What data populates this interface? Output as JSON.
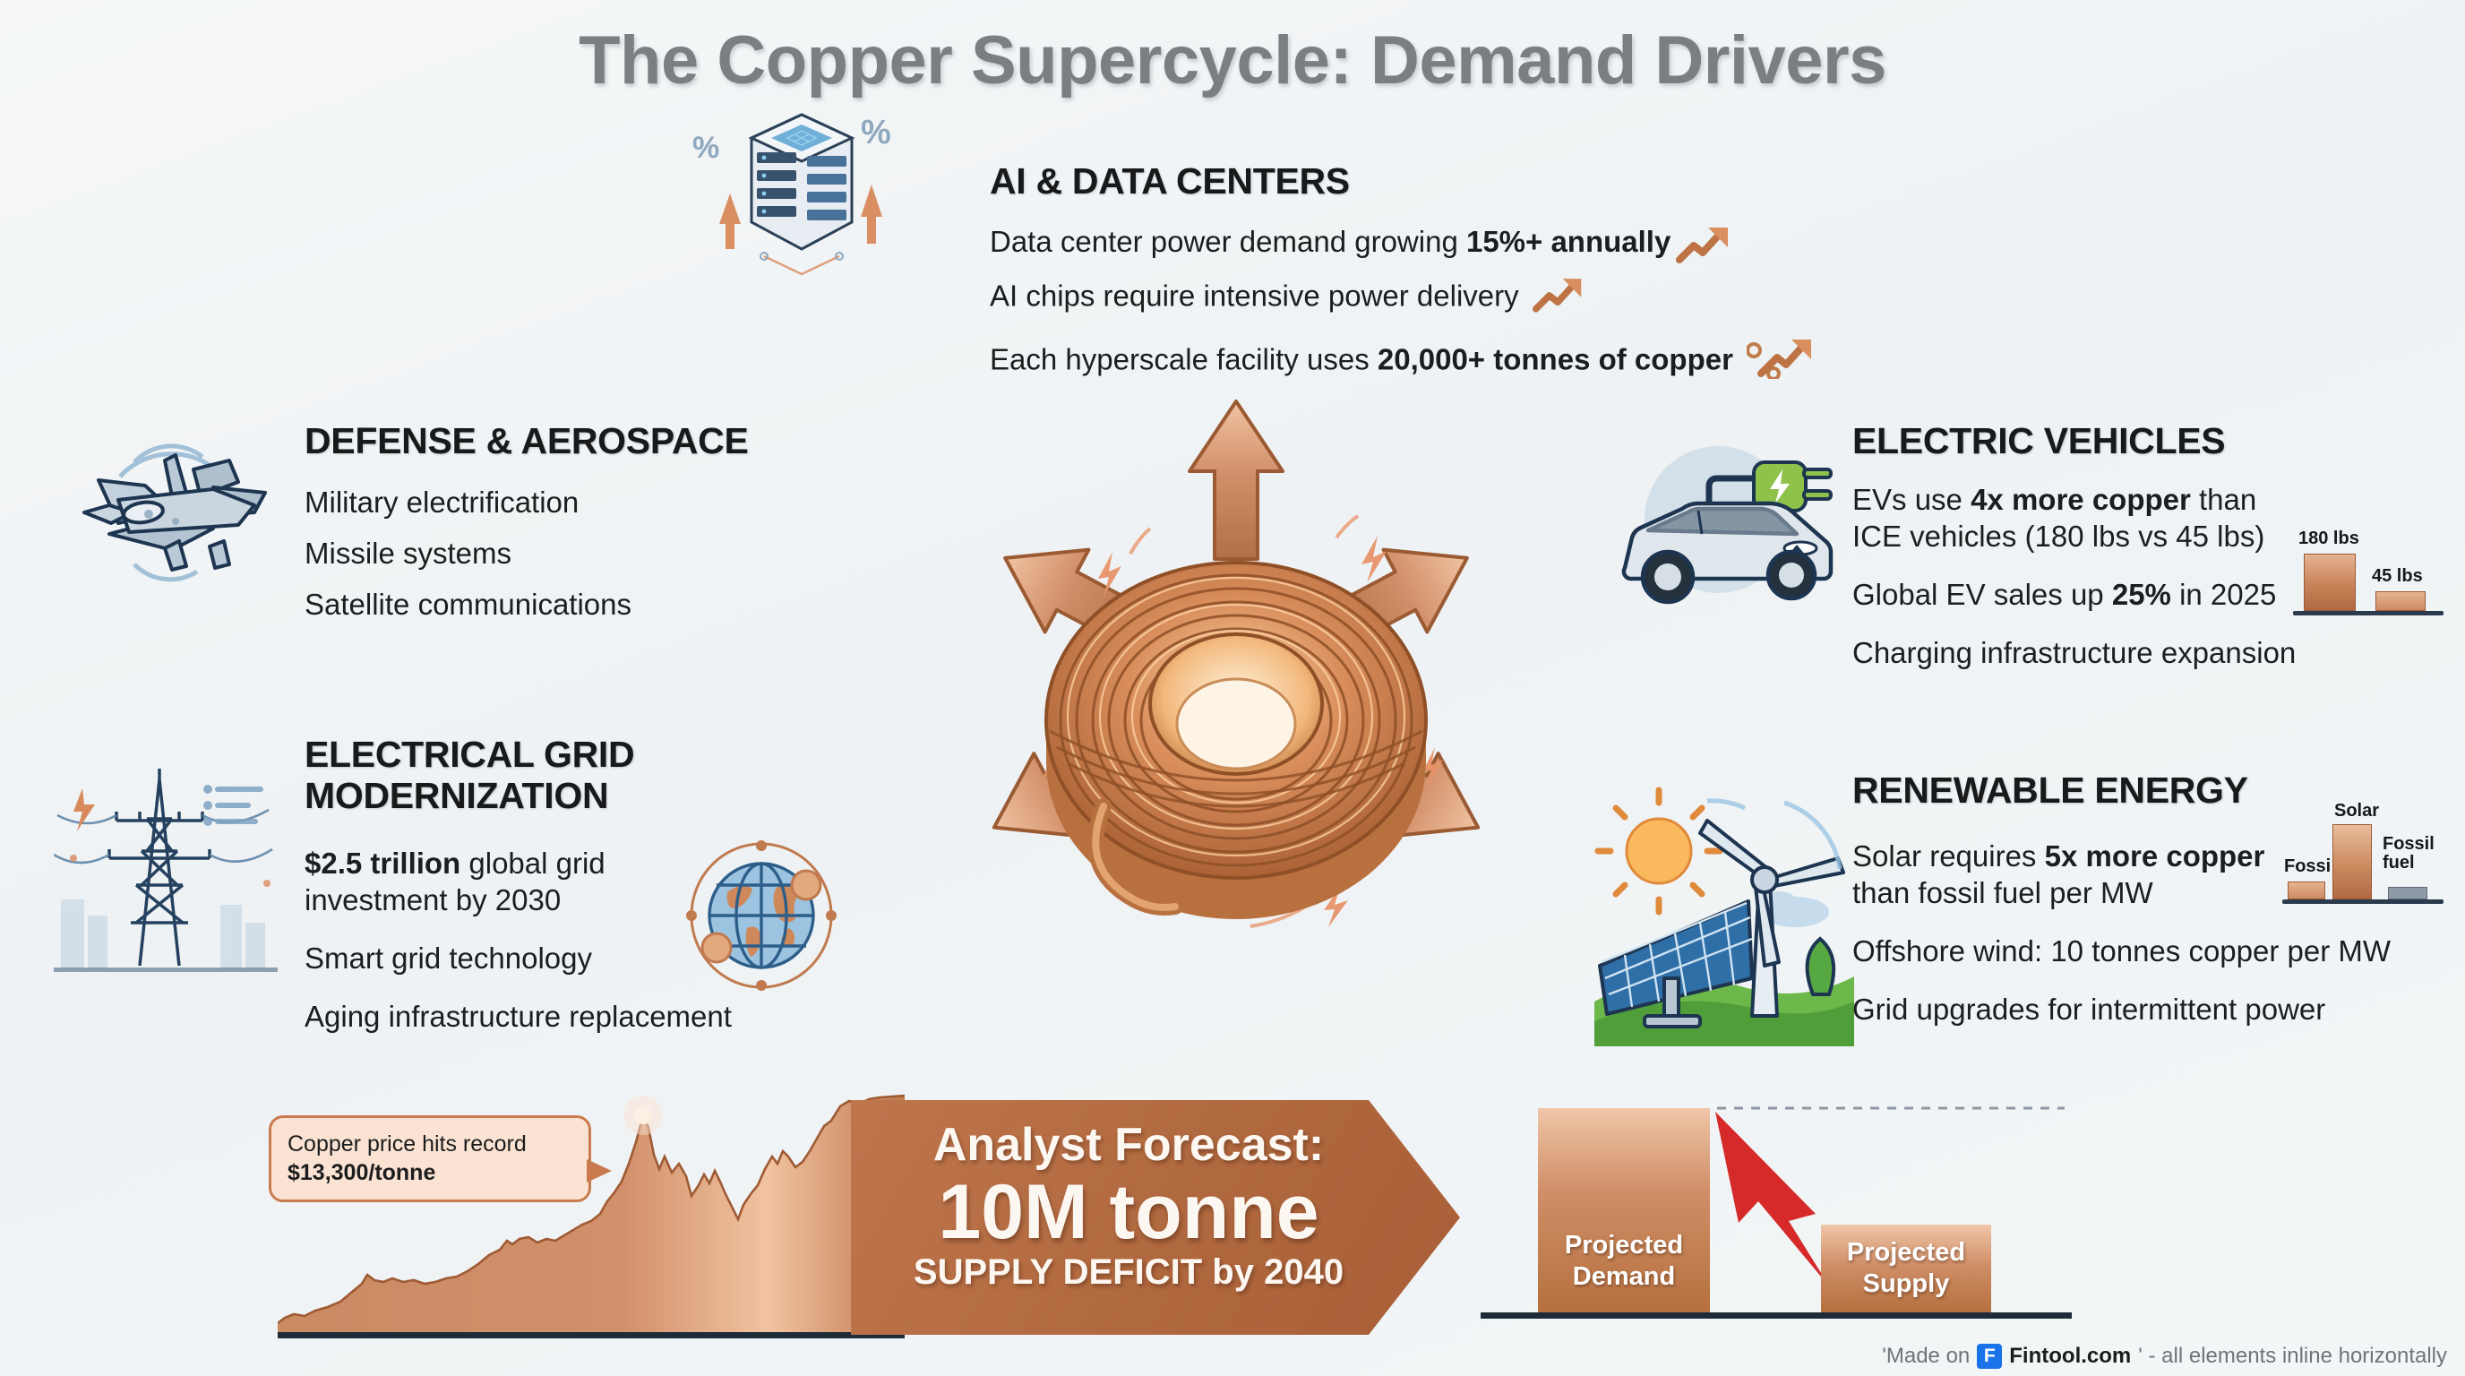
{
  "title": "The Copper Supercycle: Demand Drivers",
  "colors": {
    "copper": "#c0764d",
    "copper_light": "#e3a87f",
    "copper_dark": "#9a5530",
    "title_gray": "#7b7f83",
    "arrow_red": "#d32a2a",
    "steel_blue": "#2d4a6b",
    "background": "#f2f5f7"
  },
  "sections": {
    "ai_data_centers": {
      "heading": "AI & DATA CENTERS",
      "icon": "server-rack-icon",
      "lines": [
        {
          "pre": "Data center power demand growing ",
          "bold": "15%+ annually",
          "post": ""
        },
        {
          "pre": "AI chips require intensive power delivery",
          "bold": "",
          "post": ""
        },
        {
          "pre": "Each hyperscale facility uses ",
          "bold": "20,000+ tonnes of copper",
          "post": ""
        }
      ]
    },
    "defense_aerospace": {
      "heading": "DEFENSE & AEROSPACE",
      "icon": "fighter-jet-icon",
      "lines": [
        {
          "pre": "Military electrification",
          "bold": "",
          "post": ""
        },
        {
          "pre": "Missile systems",
          "bold": "",
          "post": ""
        },
        {
          "pre": "Satellite communications",
          "bold": "",
          "post": ""
        }
      ]
    },
    "electric_vehicles": {
      "heading": "ELECTRIC VEHICLES",
      "icon": "electric-car-icon",
      "lines": [
        {
          "pre": "EVs use ",
          "bold": "4x more copper",
          "post": " than ICE vehicles (180 lbs vs 45 lbs)"
        },
        {
          "pre": "Global EV sales up ",
          "bold": "25%",
          "post": " in 2025"
        },
        {
          "pre": "Charging infrastructure expansion",
          "bold": "",
          "post": ""
        }
      ]
    },
    "electrical_grid": {
      "heading_line1": "ELECTRICAL GRID",
      "heading_line2": "MODERNIZATION",
      "icon": "transmission-tower-icon",
      "icon2": "globe-network-icon",
      "lines": [
        {
          "pre": "",
          "bold": "$2.5 trillion",
          "post": " global grid investment by 2030"
        },
        {
          "pre": "Smart grid technology",
          "bold": "",
          "post": ""
        },
        {
          "pre": "Aging infrastructure replacement",
          "bold": "",
          "post": ""
        }
      ]
    },
    "renewable_energy": {
      "heading": "RENEWABLE ENERGY",
      "icon": "solar-wind-icon",
      "lines": [
        {
          "pre": "Solar requires ",
          "bold": "5x more copper",
          "post": " than fossil fuel per MW"
        },
        {
          "pre": "Offshore wind: 10 tonnes copper per MW",
          "bold": "",
          "post": ""
        },
        {
          "pre": "Grid upgrades for intermittent power",
          "bold": "",
          "post": ""
        }
      ]
    }
  },
  "center": {
    "icon": "copper-wire-coil-icon",
    "arrow_count": 5
  },
  "callout": {
    "pre": "Copper price hits record ",
    "bold": "$13,300/tonne"
  },
  "forecast": {
    "line1": "Analyst Forecast:",
    "line2": "10M tonne",
    "line3": "SUPPLY DEFICIT by 2040"
  },
  "footer": {
    "prefix": "'Made on",
    "logo_letter": "F",
    "brand": "Fintool.com",
    "suffix": "' - all elements inline horizontally"
  },
  "chart_data": [
    {
      "type": "bar",
      "id": "ev-copper-comparison",
      "title": "",
      "categories": [
        "EV",
        "ICE"
      ],
      "tick_labels": [
        "180 lbs",
        "45 lbs"
      ],
      "values": [
        180,
        45
      ],
      "unit": "lbs",
      "ylim": [
        0,
        200
      ],
      "grid": false,
      "legend": "none",
      "xlabel": "",
      "ylabel": ""
    },
    {
      "type": "bar",
      "id": "renewable-copper-per-mw",
      "title": "",
      "categories": [
        "Fossi",
        "Solar",
        "Fossil fuel"
      ],
      "tick_labels": [
        "Fossi",
        "Solar",
        "Fossil fuel"
      ],
      "values": [
        1,
        5,
        0.6
      ],
      "unit": "relative copper per MW",
      "ylim": [
        0,
        6
      ],
      "grid": false,
      "legend": "none",
      "xlabel": "",
      "ylabel": ""
    },
    {
      "type": "area",
      "id": "copper-price-history",
      "title": "",
      "annotation": "Copper price hits record $13,300/tonne",
      "peak_value": 13300,
      "unit": "USD/tonne",
      "x": [
        0,
        3,
        6,
        9,
        12,
        15,
        18,
        21,
        24,
        27,
        30,
        33,
        36,
        39,
        42,
        45,
        48,
        51,
        54,
        57,
        60,
        63,
        66,
        69,
        72,
        75,
        78,
        81,
        84,
        87,
        90,
        93,
        96,
        99,
        100
      ],
      "values": [
        6,
        7,
        8,
        9,
        11,
        13,
        16,
        22,
        26,
        24,
        22,
        23,
        21,
        22,
        20,
        21,
        22,
        24,
        27,
        33,
        40,
        38,
        35,
        37,
        36,
        38,
        44,
        60,
        78,
        100,
        74,
        88,
        84,
        70,
        96
      ],
      "grid": false,
      "legend": "none",
      "xlabel": "",
      "ylabel": ""
    },
    {
      "type": "bar",
      "id": "supply-demand-gap-2040",
      "title": "",
      "categories": [
        "Projected Demand",
        "Projected Supply"
      ],
      "values": [
        100,
        42
      ],
      "unit": "relative",
      "ylim": [
        0,
        110
      ],
      "grid": false,
      "legend": "none",
      "annotation": "10M tonne supply deficit",
      "xlabel": "",
      "ylabel": ""
    }
  ]
}
